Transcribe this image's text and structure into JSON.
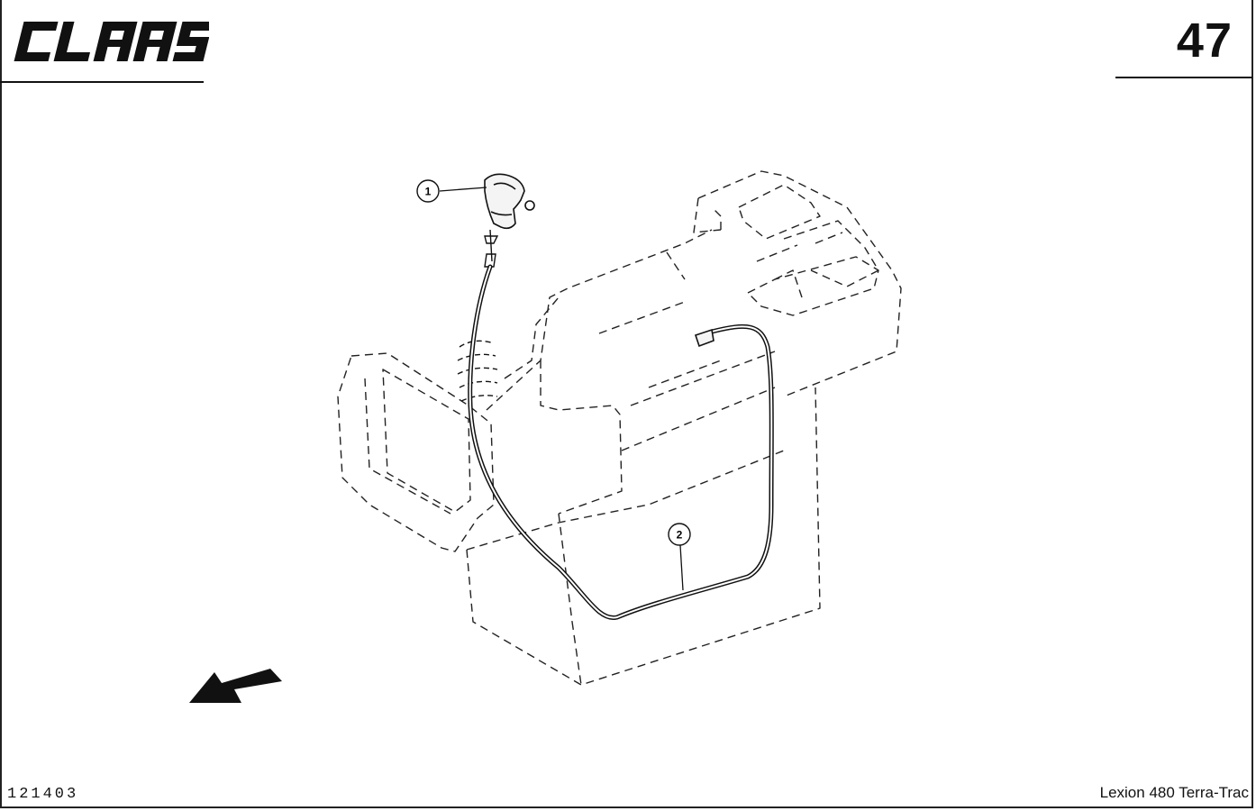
{
  "header": {
    "brand_logo_text": "CLAAS",
    "page_number": "47"
  },
  "diagram": {
    "callouts": [
      "1",
      "2"
    ]
  },
  "footer": {
    "document_number": "121403",
    "model_name": "Lexion 480 Terra-Trac"
  }
}
